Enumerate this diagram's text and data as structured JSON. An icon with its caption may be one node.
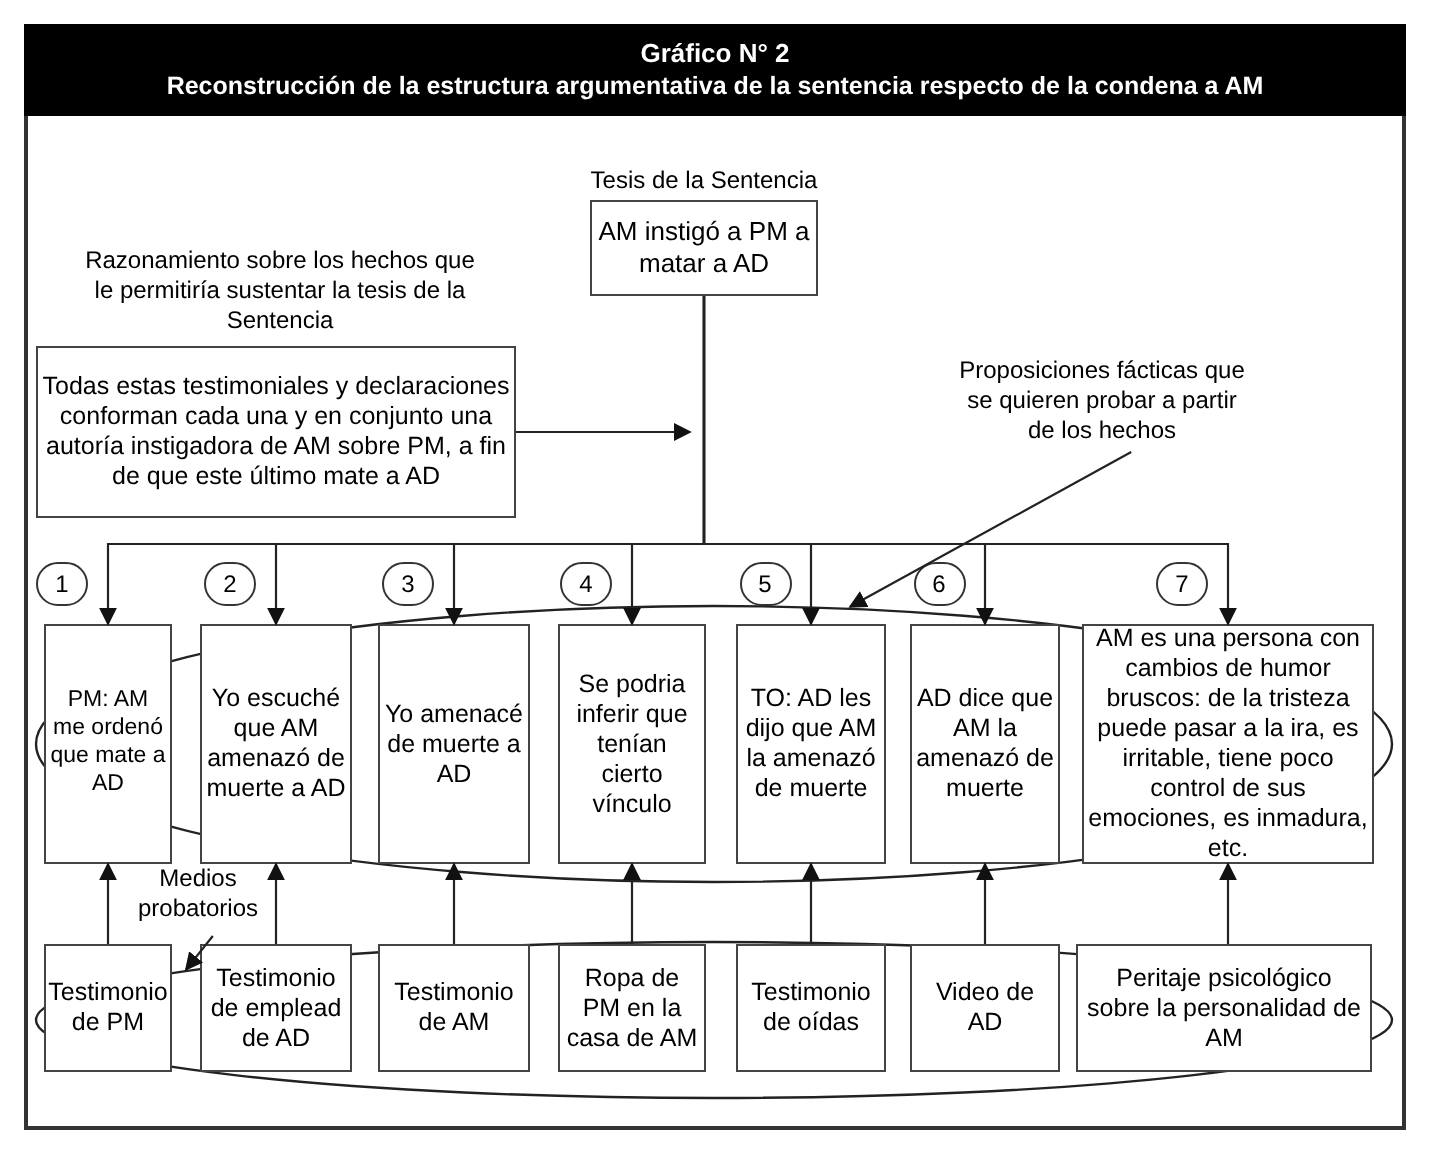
{
  "diagram": {
    "title": "Gráfico N° 2",
    "caption": "Reconstrucción de la estructura argumentativa de la sentencia respecto de la condena a AM",
    "nodes": [
      {
        "text": [
          "Tesis de la Sentencia",
          "AM instigó a PM a matar a AD"
        ]
      },
      {
        "text": [
          "Razonamiento sobre los hechos que le permitiría sustentar la tesis de la Sentencia",
          "Todas estas testimoniales y declaraciones conforman cada una y en conjunto una autoría instigadora de AM sobre PM, a fin de que este último mate a AD"
        ]
      },
      {
        "text": [
          "Proposiciones fácticas que se quieren probar a partir de los hechos"
        ]
      },
      {
        "text": [],
        "shape": "ellipse"
      },
      {
        "text": [
          "PM: AM me ordenó que mate a AD"
        ],
        "beside": [
          "1"
        ],
        "in": 3
      },
      {
        "text": [
          "Yo escuché que AM amenazó de muerte a AD"
        ],
        "beside": [
          "2"
        ],
        "in": 3
      },
      {
        "text": [
          "Yo amenacé de muerte a AD"
        ],
        "beside": [
          "3"
        ],
        "in": 3
      },
      {
        "text": [
          "Se podria inferir que tenían cierto vínculo"
        ],
        "beside": [
          "4"
        ],
        "in": 3
      },
      {
        "text": [
          "TO: AD les dijo que AM la amenazó de muerte"
        ],
        "beside": [
          "5"
        ],
        "in": 3
      },
      {
        "text": [
          "AD dice que AM la amenazó de muerte"
        ],
        "beside": [
          "6"
        ],
        "in": 3
      },
      {
        "text": [
          "AM es una persona con cambios de humor bruscos: de la tristeza puede pasar a la ira, es irritable, tiene poco control de sus emociones, es inmadura, etc."
        ],
        "beside": [
          "7"
        ],
        "in": 3
      },
      {
        "text": [
          "Medios probatorios"
        ]
      },
      {
        "text": [],
        "shape": "ellipse"
      },
      {
        "text": [
          "Testimonio de PM"
        ],
        "in": 12
      },
      {
        "text": [
          "Testimonio de emplead de AD"
        ],
        "in": 12
      },
      {
        "text": [
          "Testimonio de AM"
        ],
        "in": 12
      },
      {
        "text": [
          "Ropa de PM en la casa de AM"
        ],
        "in": 12
      },
      {
        "text": [
          "Testimonio de oídas"
        ],
        "in": 12
      },
      {
        "text": [
          "Video de AD"
        ],
        "in": 12
      },
      {
        "text": [
          "Peritaje psicológico sobre la personalidad de AM"
        ],
        "in": 12
      }
    ],
    "edges": [
      {
        "from": 0,
        "to": 4,
        "arrow": "to"
      },
      {
        "from": 0,
        "to": 5,
        "arrow": "to"
      },
      {
        "from": 0,
        "to": 6,
        "arrow": "to"
      },
      {
        "from": 0,
        "to": 7,
        "arrow": "to"
      },
      {
        "from": 0,
        "to": 8,
        "arrow": "to"
      },
      {
        "from": 0,
        "to": 9,
        "arrow": "to"
      },
      {
        "from": 0,
        "to": 10,
        "arrow": "to"
      },
      {
        "from": 1,
        "to": null,
        "arrow": "to"
      },
      {
        "from": 2,
        "to": 3,
        "arrow": "to"
      },
      {
        "from": 11,
        "to": 12,
        "arrow": "to"
      },
      {
        "from": 13,
        "to": 4,
        "arrow": "to"
      },
      {
        "from": 14,
        "to": 5,
        "arrow": "to"
      },
      {
        "from": 15,
        "to": 6,
        "arrow": "to"
      },
      {
        "from": 16,
        "to": 7,
        "arrow": "to"
      },
      {
        "from": 17,
        "to": 8,
        "arrow": "to"
      },
      {
        "from": 18,
        "to": 9,
        "arrow": "to"
      },
      {
        "from": 19,
        "to": 10,
        "arrow": "to"
      }
    ]
  }
}
